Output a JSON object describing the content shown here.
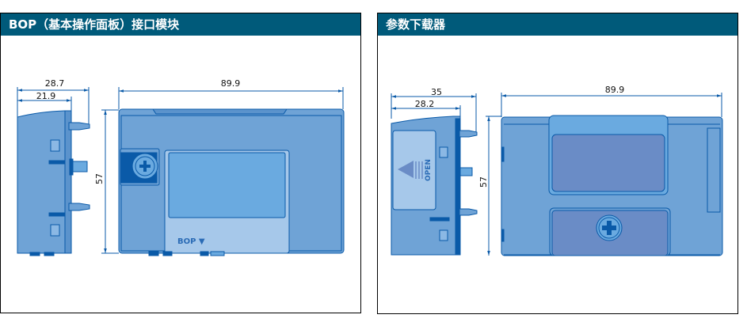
{
  "panels": [
    {
      "title": "BOP（基本操作面板）接口模块",
      "dimensions": {
        "side_total_width": "28.7",
        "side_body_width": "21.9",
        "height": "57",
        "front_width": "89.9"
      },
      "front_label": "BOP ▼"
    },
    {
      "title": "参数下载器",
      "dimensions": {
        "side_total_width": "35",
        "side_body_width": "28.2",
        "height": "57",
        "front_width": "89.9"
      },
      "side_label": "OPEN"
    }
  ],
  "colors": {
    "header": "#005a7a",
    "body": "#6fa3d6",
    "line": "#0a5aa8",
    "screen": "#6aaae0",
    "light": "#a6c8ea",
    "inset": "#6a8cc6"
  }
}
